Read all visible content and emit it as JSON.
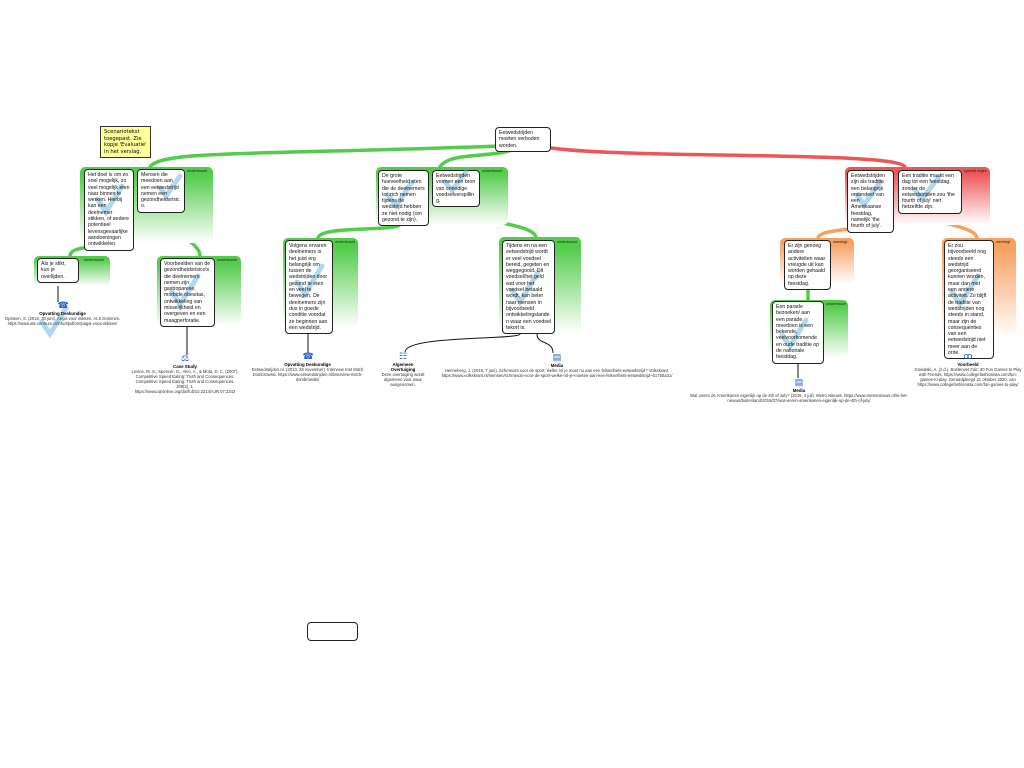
{
  "colors": {
    "support": "#52cc4a",
    "oppose": "#ee5555",
    "rebuttal": "#f7a060"
  },
  "root": "Eetwedstrijden moeten verboden worden.",
  "note": "Scenariotekst toegepast. Zie kopje 'Evaluatie' in het verslag.",
  "labels": {
    "support": "onderbouwt",
    "oppose": "spreekt tegen",
    "rebut": "weerlegt"
  },
  "claims": {
    "a": "Het doel is om zo snel mogelijk, zo veel mogelijk eten naar binnen te werken. Hierbij kan een deelnemer stikken, of andere potentieel levensgevaarlijke aandoeningen ontwikkelen.",
    "b": "Mensen die meedoen aan een eetwedstrijd nemen een gezondheidsrisico.",
    "c": "De grote hoeveelheid eten die de deelnemers tot zich nemen tijdens de wedstrijd hebben ze niet nodig (om gezond te zijn).",
    "d": "Eetwedstrijden vormen een bron van onnodige voedselverspilling.",
    "e": "Eetwedstrijden zijn als traditie een belangrijk onderdeel van een Amerikaanse feestdag, namelijk 'the fourth of july'.",
    "f": "Een traditie maakt een dag tot een feestdag, zonder de eetwedstrijden zou 'the fourth of july' niet hetzelfde zijn.",
    "a1": "Als je stikt, kun je overlijden.",
    "b1": "Voorbeelden van de gezondheidsrisico's die deelnemers nemen zijn: gastroparese, morbide obesitas, ontwikkeling van misselijkheid en overgeven en een maagperforatie.",
    "c1": "Volgens ervaren deelnemers is het juist erg belangrijk om tussen de wedstrijden door gezond te eten en veel te bewegen. De deelnemers zijn dus in goede conditie voordat ze beginnen aan een wedstrijd.",
    "d1": "Tijdens en na een eetwedstrijd wordt er veel voedsel bereid, gegeten en weggegooid. Dit voedsel/het geld wat voor het voedsel betaald wordt, kan beter naar mensen in bijvoorbeeld ontwikkelingslanden waar een voedsel tekort is.",
    "e1": "Er zijn genoeg andere activiteiten waar vreugde uit kan worden gehaald op deze feestdag.",
    "e2": "Een parade bezoeken/ aan een parade meedoen is een bekende, veelvoorkomende en oude traditie op de nationale feestdag.",
    "f1": "Er zou bijvoorbeeld nog steeds een wedstrijd georganiseerd kunnen worden, maar dan met een andere activiteit. Zo blijft de traditie van wedstrijden nog steeds in stand, maar zijn de consequenties van een eetwedstrijd niet meer aan de orde."
  },
  "sources": [
    {
      "type": "Opvatting Deskundige",
      "icon": "expert-icon",
      "text": "Opsteen, S. (2019, 30 juni). Aegis voor etikken. At.S Dominim. https://www.als-centrum.nl/info/slpdfom/pagsi-voos-etikken/"
    },
    {
      "type": "Case Study",
      "icon": "case-study-icon",
      "text": "Levine, M. S., Spencer, G., Alvo, A., & Mota, D. C. (2007). Competitive Speed Eating: Truth and Consequences. Competitive Speed Eating: Truth and Consequences, 189(3), 1. https://www.ajronline.org/doi/full/10.2214/AJR.07.2342"
    },
    {
      "type": "Opvatting Deskundige",
      "icon": "expert-icon",
      "text": "Eetwedstrijden.nl. (2013, 28 november). Interview met Mitch Dombrowski. https://www.eetwedstrijden.nl/interview-mitch-dombrowski/"
    },
    {
      "type": "Algemeen Overtuiging",
      "icon": "common-belief-icon",
      "text": "Deze overtuiging wordt algemeen voor waar aangenomen."
    },
    {
      "type": "Media",
      "icon": "media-icon",
      "text": "Henneberg, J. (2019, 7 juni). Schmeuze voor de sport: welke rol je moet nu aan een felsnelhets-eetwedstrijd? Volkskrant. https://www.volkskrant.nl/mensen/schmeuze-voor-de-sport-welke-rol-je-moeten-aan-een-felsnelhets-eetwedstrijd~b1750a31/"
    },
    {
      "type": "Media",
      "icon": "media-icon",
      "text": "Wat vieren de Amerikanen eigenlijk op de 4th of July? (2016, 4 juli). Metro Nieuws. https://www.metronieuws.nl/in-het-nieuws/buitenland/2016/07/wat-vieren-amerikanen-eigenlijk-op-de-4th-of-july/"
    },
    {
      "type": "Voorbeeld",
      "icon": "example-icon",
      "text": "Gowalski, A. (z.d.). Bostenvet Fair: 30 Fun Games to Play with Friends. https://www.collegefashionista.com/fun-games-to-play. Geraadpleegd 21 oktober 2020, van https://www.collegefashionista.com/fun-games-to-play/"
    }
  ],
  "empty_box": ""
}
